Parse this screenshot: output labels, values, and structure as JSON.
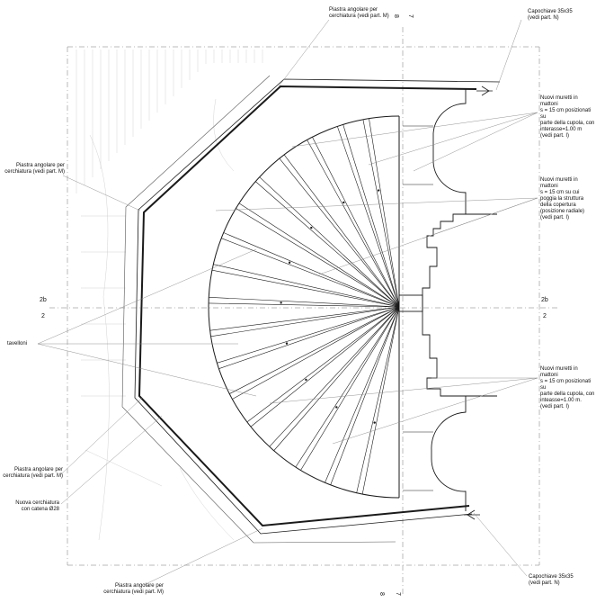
{
  "labels": {
    "top_center": "Piastra angolare per\ncerchiatura (vedi part. M)",
    "top_right": "Capochiave 35x35\n(vedi part. N)",
    "left_upper": "Piastra angolare per\ncerchiatura (vedi part. M)",
    "right_1": "Nuovi muretti in mattoni\ns = 15 cm posizionati su\nparte della cupola, con\ninterasse=1.00 m\n(vedi part. I)",
    "right_2": "Nuovi muretti in mattoni\ns = 15 cm su cui\npoggia la struttura\ndella copertura\n(posizione radiale)\n(vedi part. I)",
    "tavelloni": "tavelloni",
    "right_3": "Nuovi muretti in mattoni\ns = 15 cm posizionati su\nparte della cupola, con\ninteasse=1.00 m.\n(vedi part. I)",
    "left_lower": "Piastra angolare per\ncerchiatura (vedi part. M)",
    "left_bottom": "Nuova cerchiatura\ncon catena Ø28",
    "bottom_center": "Piastra angolare per\ncerchiatura (vedi part. M)",
    "bottom_right": "Capochiave 35x35\n(vedi part. N)"
  },
  "section_marks": {
    "left_top": "2b",
    "left_bottom": "2",
    "right_top": "2b",
    "right_bottom": "2",
    "top_a": "8",
    "top_b": "7",
    "bottom_a": "8",
    "bottom_b": "7"
  },
  "colors": {
    "line": "#1a1a1a",
    "thin": "#9a9a9a",
    "faint": "#c8c8c8",
    "dash": "#777777"
  }
}
